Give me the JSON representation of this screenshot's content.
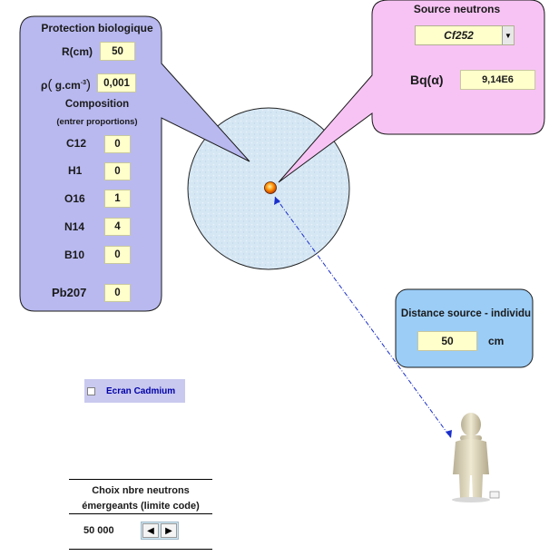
{
  "protection": {
    "title": "Protection biologique",
    "r_label": "R(cm)",
    "r_value": "50",
    "rho_symbol": "ρ",
    "rho_unit": "g.cm",
    "rho_exp": "-3",
    "rho_value": "0,001",
    "composition_title": "Composition",
    "composition_sub": "(entrer proportions)",
    "elements": [
      {
        "label": "C12",
        "value": "0"
      },
      {
        "label": "H1",
        "value": "0"
      },
      {
        "label": "O16",
        "value": "1"
      },
      {
        "label": "N14",
        "value": "4"
      },
      {
        "label": "B10",
        "value": "0"
      },
      {
        "label": "Pb207",
        "value": "0"
      }
    ]
  },
  "source": {
    "title": "Source neutrons",
    "selected": "Cf252",
    "bq_label": "Bq(α)",
    "bq_value": "9,14E6"
  },
  "distance": {
    "title": "Distance source - individu",
    "value": "50",
    "unit": "cm"
  },
  "cadmium": {
    "label": "Ecran Cadmium",
    "checked": false
  },
  "neutrons": {
    "title": "Choix nbre neutrons émergeants (limite code)",
    "value": "50 000"
  },
  "colors": {
    "panel_purple": "#b9b9f0",
    "panel_pink": "#f7c3f4",
    "panel_blue": "#9bcdf7",
    "sphere": "#d4e5f2",
    "input_bg": "#ffffcc",
    "arrow": "#1a2fcc"
  },
  "icons": {
    "person": "person-figure-icon",
    "source": "radioactive-source-icon",
    "dropdown": "dropdown-arrow-icon"
  }
}
